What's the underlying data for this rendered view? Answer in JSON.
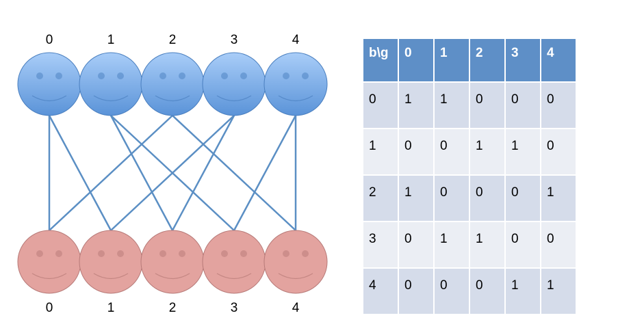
{
  "top_labels": [
    "0",
    "1",
    "2",
    "3",
    "4"
  ],
  "bottom_labels": [
    "0",
    "1",
    "2",
    "3",
    "4"
  ],
  "table": {
    "corner": "b\\g",
    "columns": [
      "0",
      "1",
      "2",
      "3",
      "4"
    ],
    "rows": [
      {
        "label": "0",
        "values": [
          "1",
          "1",
          "0",
          "0",
          "0"
        ]
      },
      {
        "label": "1",
        "values": [
          "0",
          "0",
          "1",
          "1",
          "0"
        ]
      },
      {
        "label": "2",
        "values": [
          "1",
          "0",
          "0",
          "0",
          "1"
        ]
      },
      {
        "label": "3",
        "values": [
          "0",
          "1",
          "1",
          "0",
          "0"
        ]
      },
      {
        "label": "4",
        "values": [
          "0",
          "0",
          "0",
          "1",
          "1"
        ]
      }
    ]
  },
  "colors": {
    "top_face": "#6fa6e6",
    "bottom_face": "#e3a39f",
    "edge": "#5b8fc4",
    "header": "#5e8fc7"
  }
}
